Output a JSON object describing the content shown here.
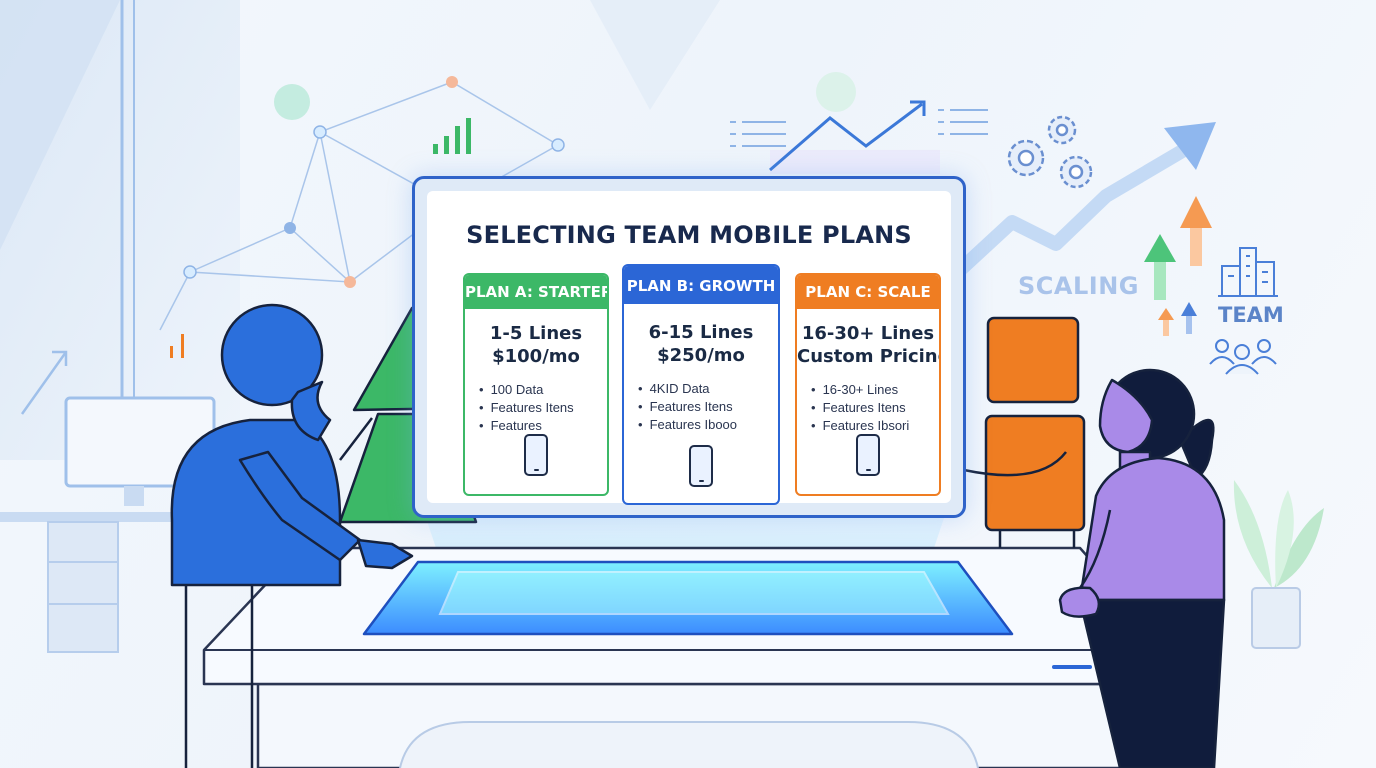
{
  "screen": {
    "title": "SELECTING TEAM MOBILE PLANS",
    "plans": [
      {
        "header": "PLAN A: STARTER",
        "lines": "1-5 Lines",
        "price": "$100/mo",
        "features": [
          "100 Data",
          "Features Itens",
          "Features"
        ],
        "color": "#3cb867"
      },
      {
        "header": "PLAN B: GROWTH",
        "lines": "6-15 Lines",
        "price": "$250/mo",
        "features": [
          "4KID Data",
          "Features Itens",
          "Features Ibooo"
        ],
        "color": "#2b66d6",
        "selected": true
      },
      {
        "header": "PLAN C: SCALE",
        "lines": "16-30+ Lines",
        "price": "Custom Pricing",
        "features": [
          "16-30+ Lines",
          "Features Itens",
          "Features Ibsori"
        ],
        "color": "#ef7d22"
      }
    ]
  },
  "labels": {
    "scaling": "SCALING",
    "team": "TEAM"
  },
  "icons": [
    "checkmark-icon",
    "cursor-arrow-icon",
    "gear-icon",
    "phone-icon",
    "building-icon",
    "team-icon",
    "bar-chart-icon",
    "trend-arrow-icon"
  ],
  "colors": {
    "blue": "#2b66d6",
    "green": "#3cb867",
    "orange": "#ef7d22",
    "purple": "#a98ae8",
    "navy": "#18294d"
  }
}
